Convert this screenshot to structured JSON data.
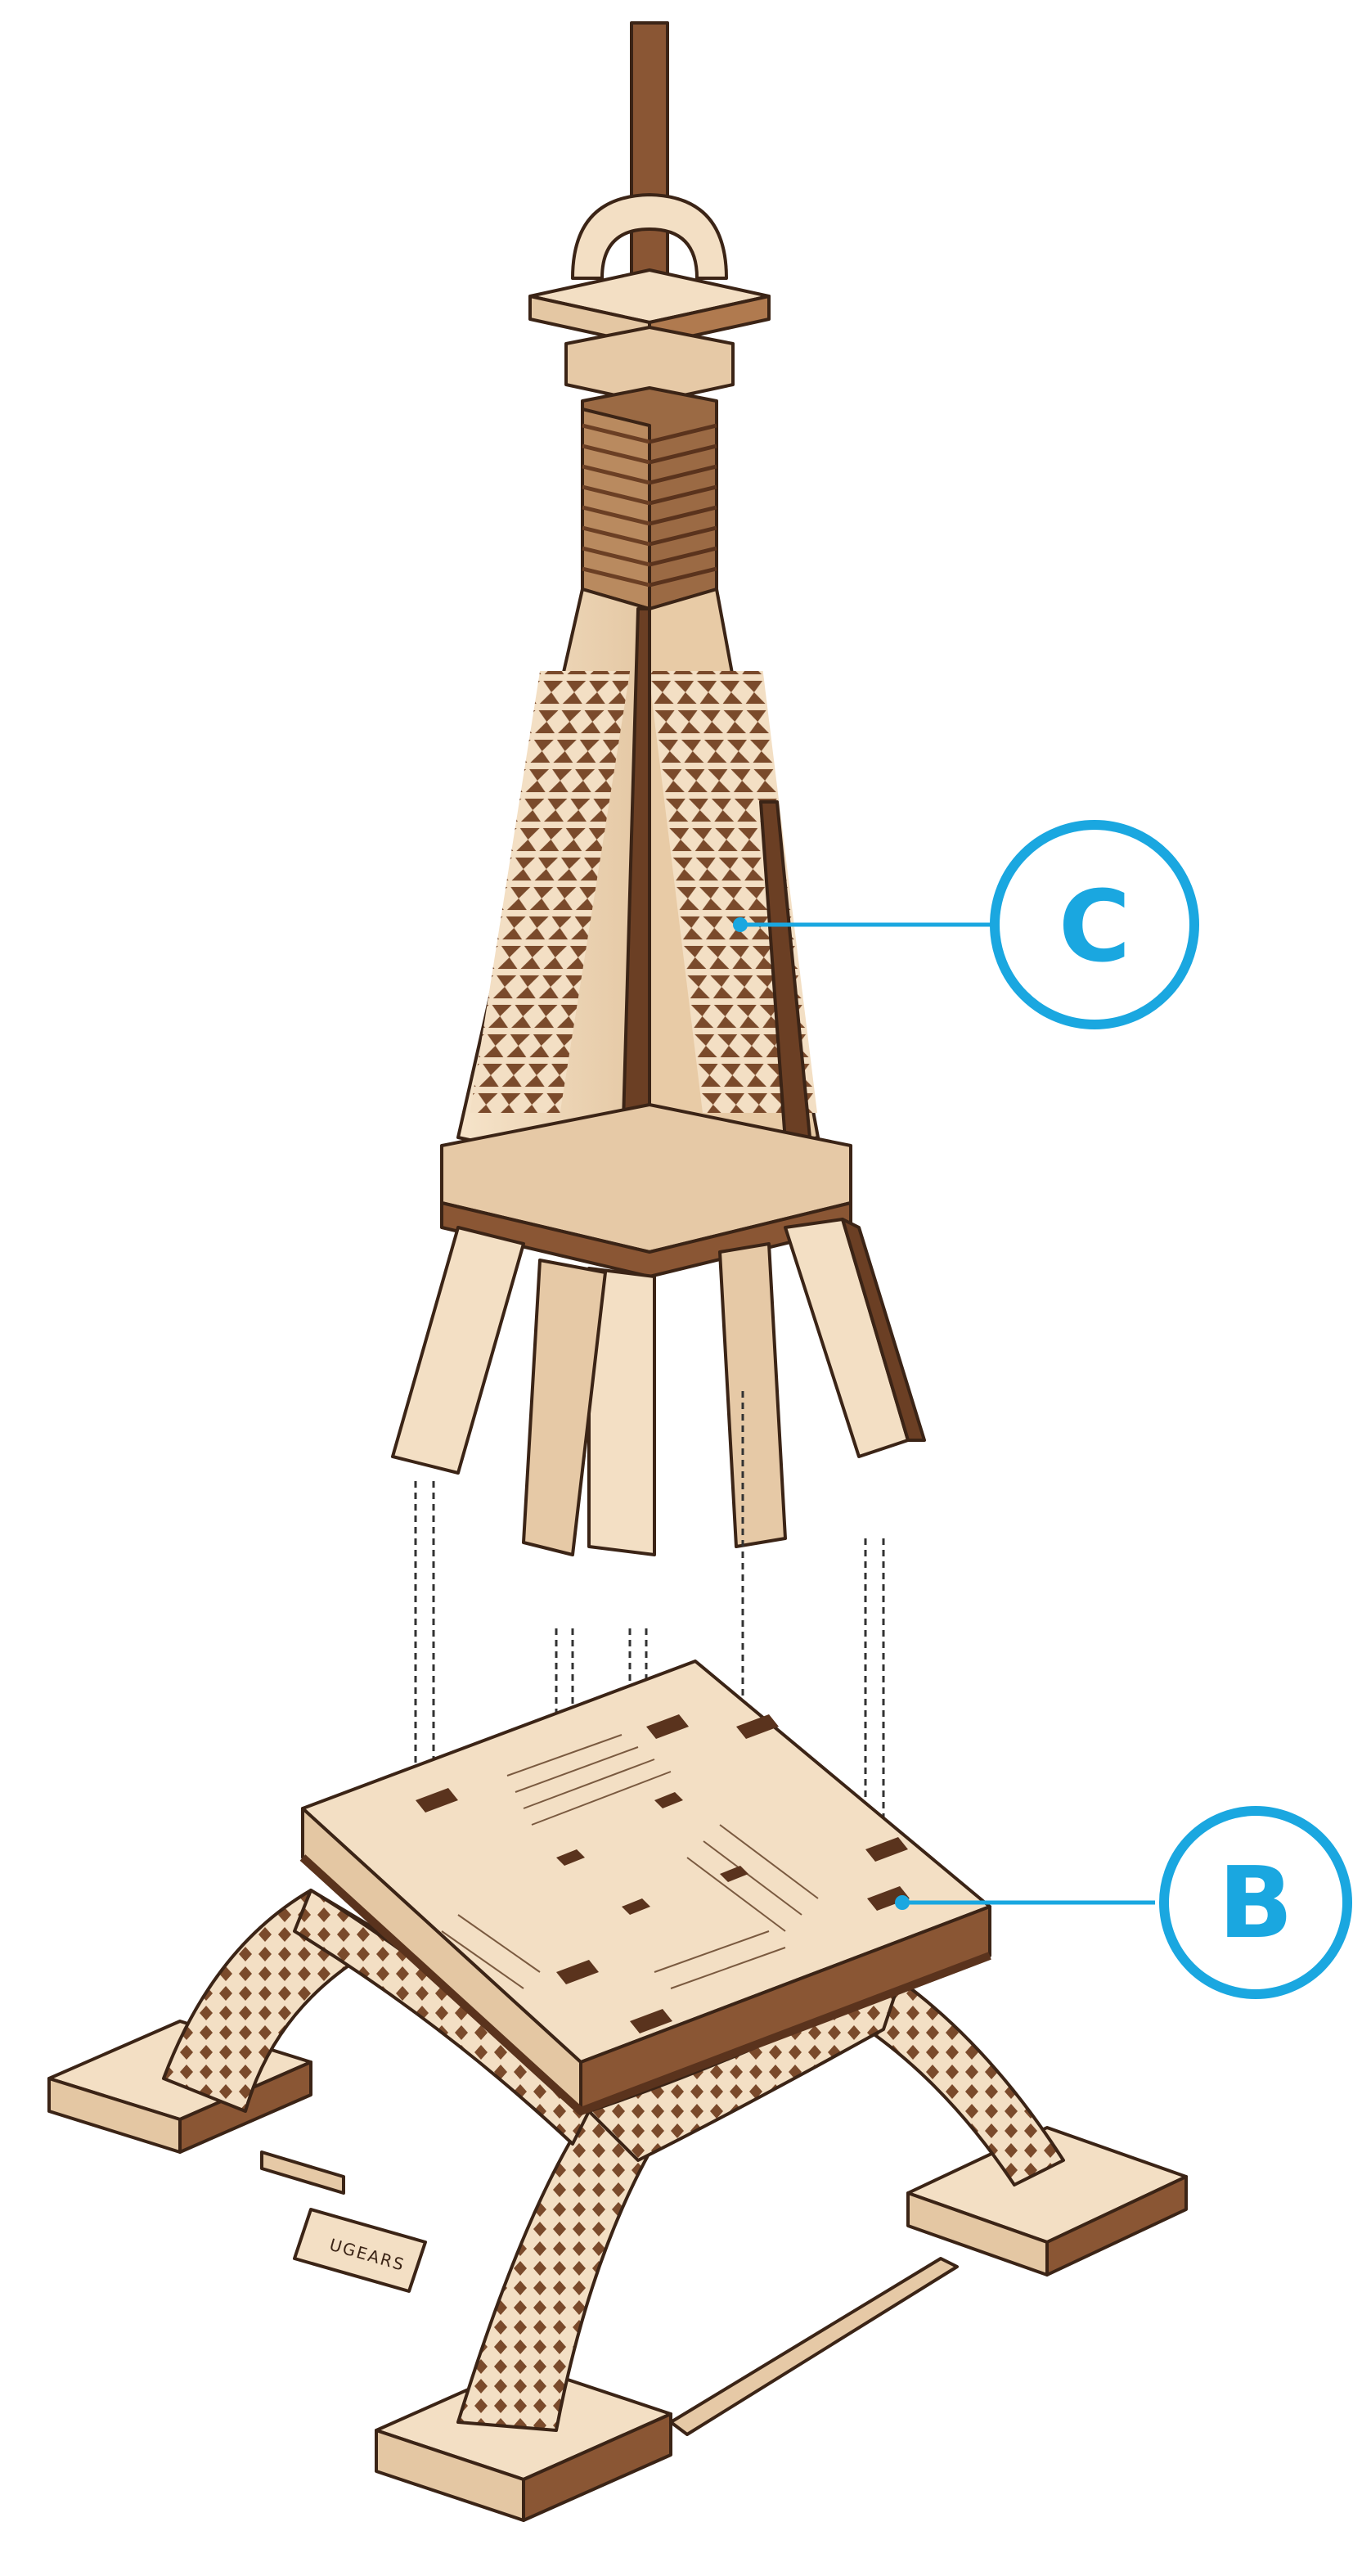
{
  "diagram": {
    "description_free": true,
    "part_labels": [
      {
        "id": "upper",
        "letter": "C"
      },
      {
        "id": "base",
        "letter": "B"
      }
    ],
    "base_logo": "UGEARS",
    "colors": {
      "wood_light": "#f3dfc4",
      "wood_mid": "#e6c9a6",
      "wood_dark": "#6b3f24",
      "wood_edge": "#8a5634",
      "outline": "#3b2416",
      "label_blue": "#1aa7e0"
    }
  }
}
